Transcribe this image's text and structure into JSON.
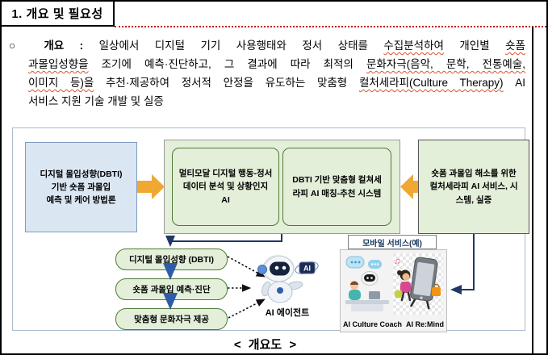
{
  "page": {
    "title": "1. 개요 및 필요성",
    "caption": "< 개요도 >"
  },
  "intro": {
    "bullet": "○",
    "label": "개요",
    "sep": ":",
    "l1a": "일상에서 디지털 기기 사용행태와 정서 상태를",
    "l1b": "수집분석하여",
    "l1c": "개인별",
    "l1d": "숏폼",
    "l2a": "과몰입성향을",
    "l2b": "조기에 예측·진단하고, 그 결과에 따라 최적의",
    "l2c": "문화자극(음악, 문학, 전통예술,",
    "l3a": "이미지 등)을",
    "l3b": "추천·제공하여 정서적 안정을 유도하는 맞춤형",
    "l3c": "컬처세라피(Culture Therapy)",
    "l3d": "AI",
    "l4": "서비스 지원 기술 개발 및 실증"
  },
  "diagram": {
    "box_method": "디지털 몰입성향(DBTI)\n기반 숏폼 과몰입\n예측 및 케어 방법론",
    "box_multimodal": "멀티모달 디지털 행동-정서\n데이터 분석 및 상황인지\nAI",
    "box_matching": "DBTI 기반 맞춤형 컬쳐세\n라피 AI 매칭-추천 시스템",
    "box_service": "숏폼 과몰입 해소를 위한\n컬처세라피 AI 서비스, 시\n스템, 실증",
    "pill_dbti": "디지털 몰입성향 (DBTI)",
    "pill_predict": "숏폼 과몰입 예측·진단",
    "pill_culture": "맞춤형 문화자극 제공",
    "agent_label": "AI 에이전트",
    "agent_badge": "AI",
    "mobile_header": "모바일 서비스(예)",
    "mobile_label_coach": "AI Culture Coach",
    "mobile_label_remind": "AI Re:Mind"
  },
  "colors": {
    "accent_orange_arrow": "#f0a832",
    "navy_connector": "#1f3864",
    "blue_arrow": "#2e5ca8",
    "green_fill": "#e3efd9",
    "green_border": "#4e7a35",
    "blue_box_fill": "#dbe6f3",
    "spellcheck_underline": "#d9542b",
    "red_dotted_rule": "#c00000"
  }
}
